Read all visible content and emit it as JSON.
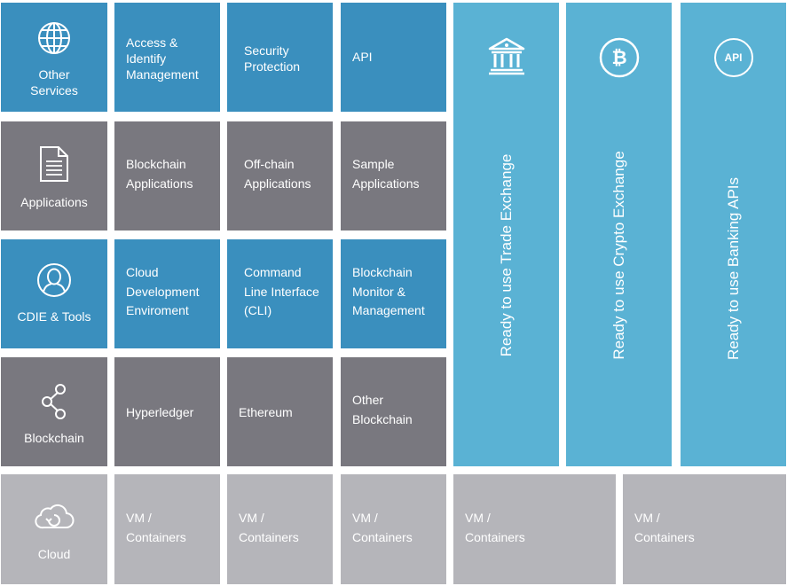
{
  "colors": {
    "blue": "#3a8fbe",
    "gray": "#79787f",
    "light_gray": "#b5b5ba",
    "light_blue": "#5ab2d4"
  },
  "rows": [
    {
      "category": {
        "label": "Other\nServices",
        "icon": "globe-icon"
      },
      "cells": [
        "Access &\nIdentify\nManagement",
        "Security\nProtection",
        "API"
      ]
    },
    {
      "category": {
        "label": "Applications",
        "icon": "document-icon"
      },
      "cells": [
        "Blockchain\nApplications",
        "Off-chain\nApplications",
        "Sample\nApplications"
      ]
    },
    {
      "category": {
        "label": "CDIE & Tools",
        "icon": "user-icon"
      },
      "cells": [
        "Cloud\nDevelopment\nEnviroment",
        "Command\nLine Interface\n(CLI)",
        "Blockchain\nMonitor &\nManagement"
      ]
    },
    {
      "category": {
        "label": "Blockchain",
        "icon": "share-icon"
      },
      "cells": [
        "Hyperledger",
        "Ethereum",
        "Other\nBlockchain"
      ]
    }
  ],
  "columns": [
    {
      "label": "Ready to use Trade Exchange",
      "icon": "bank-icon"
    },
    {
      "label": "Ready to use Crypto Exchange",
      "icon": "bitcoin-icon"
    },
    {
      "label": "Ready to use Banking APIs",
      "icon": "api-icon",
      "icon_text": "API"
    }
  ],
  "cloud": {
    "category": {
      "label": "Cloud",
      "icon": "cloud-icon"
    },
    "cells": [
      "VM /\nContainers",
      "VM /\nContainers",
      "VM /\nContainers",
      "VM /\nContainers",
      "VM /\nContainers"
    ]
  }
}
